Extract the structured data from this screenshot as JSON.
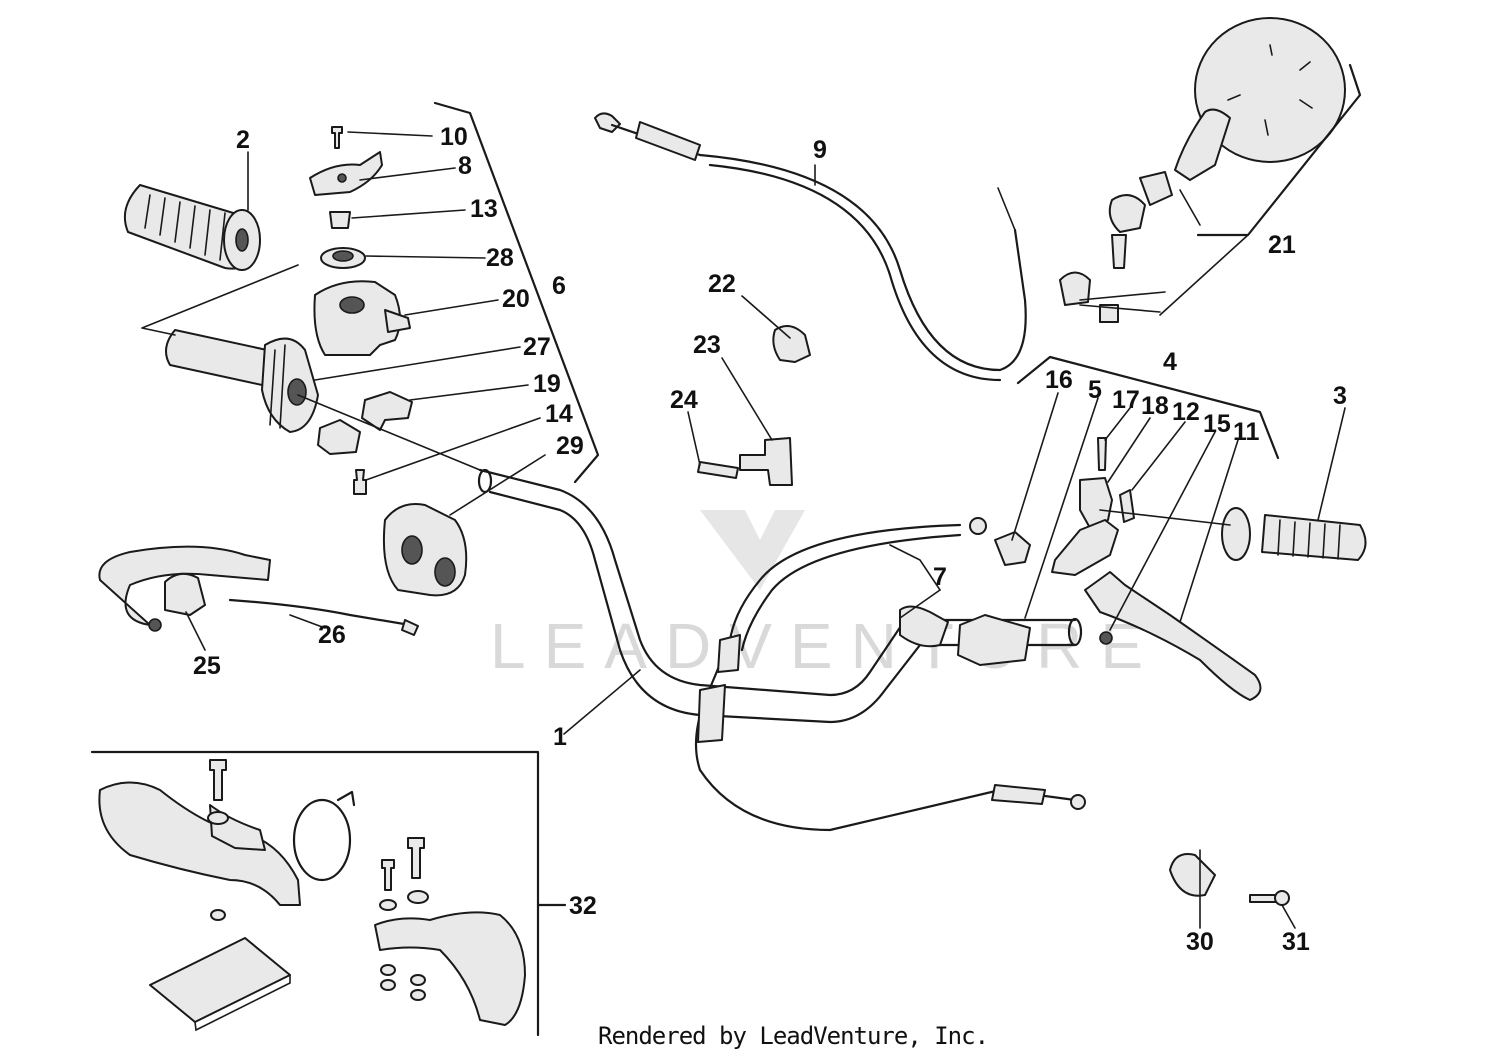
{
  "watermark": "LEADVENTURE",
  "footer": "Rendered by LeadVenture, Inc.",
  "callouts": {
    "c1": "1",
    "c2": "2",
    "c3": "3",
    "c4": "4",
    "c5": "5",
    "c6": "6",
    "c7": "7",
    "c8": "8",
    "c9": "9",
    "c10": "10",
    "c11": "11",
    "c12": "12",
    "c13": "13",
    "c14": "14",
    "c15": "15",
    "c16": "16",
    "c17": "17",
    "c18": "18",
    "c19": "19",
    "c20": "20",
    "c21": "21",
    "c22": "22",
    "c23": "23",
    "c24": "24",
    "c25": "25",
    "c26": "26",
    "c27": "27",
    "c28": "28",
    "c29": "29",
    "c30": "30",
    "c31": "31",
    "c32": "32"
  }
}
